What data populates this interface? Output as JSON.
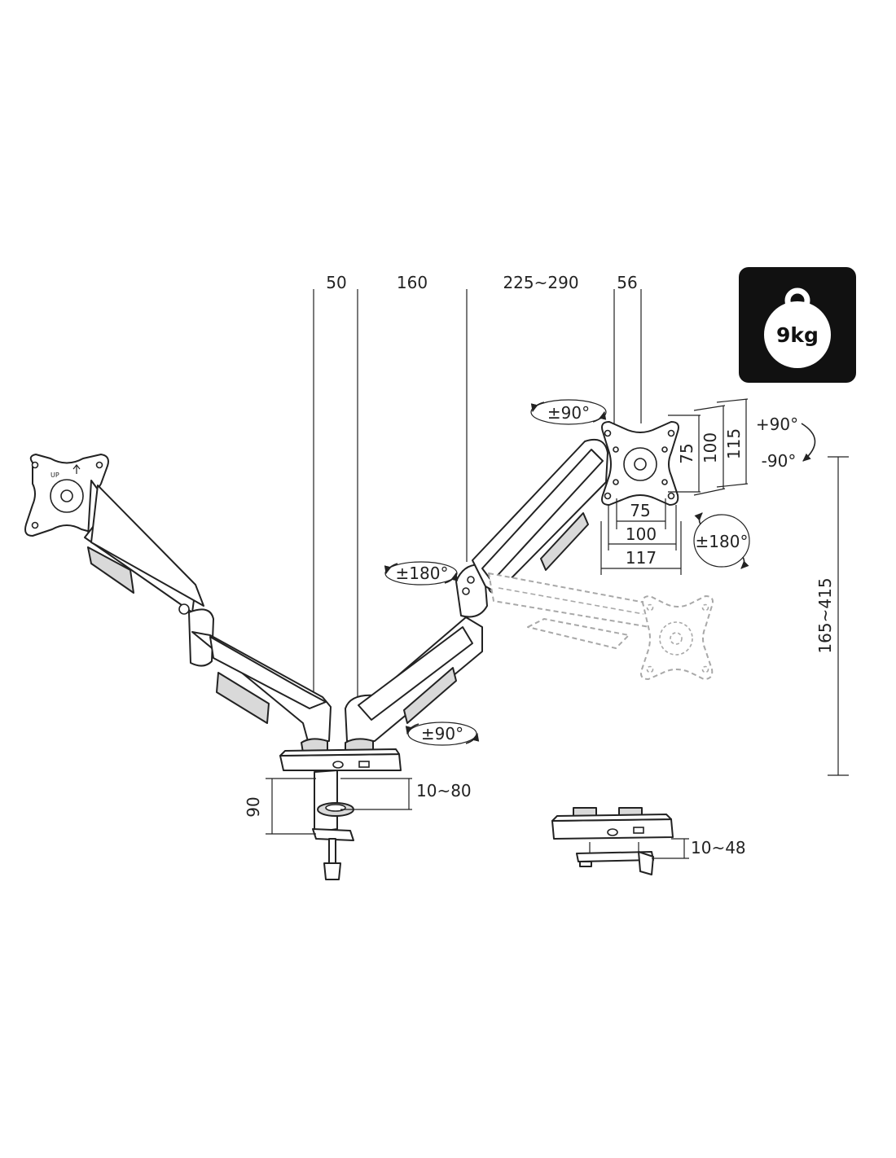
{
  "dimensions": {
    "top": [
      "50",
      "160",
      "225~290",
      "56"
    ],
    "vesa_vertical": [
      "75",
      "100",
      "115"
    ],
    "vesa_horizontal": [
      "75",
      "100",
      "117"
    ],
    "height_range": "165~415",
    "clamp_height": "90",
    "clamp_range": "10~80",
    "grommet_range": "10~48"
  },
  "rotation_labels": {
    "pan_top": "±90°",
    "tilt_up": "+90°",
    "tilt_down": "-90°",
    "rotate_head": "±180°",
    "arm_swivel": "±180°",
    "base_swivel": "±90°"
  },
  "badge": {
    "weight": "9kg",
    "icon": "weight-icon"
  },
  "colors": {
    "ink": "#222222",
    "ghost": "#a8a8a8",
    "badge_bg": "#111111"
  }
}
